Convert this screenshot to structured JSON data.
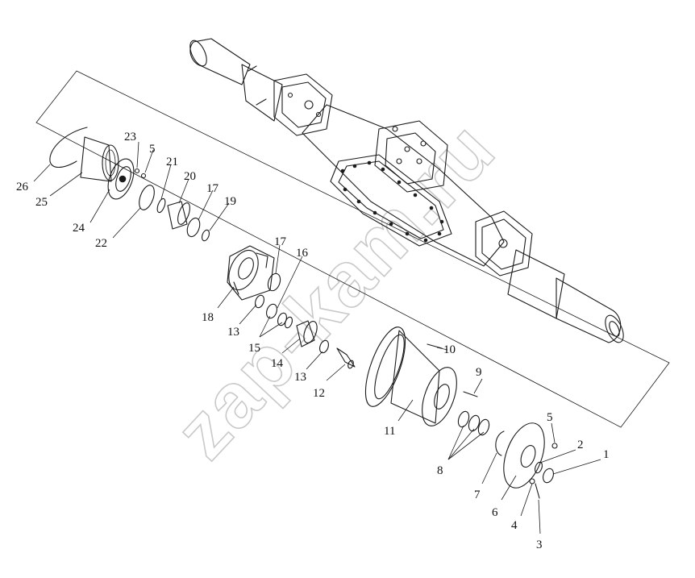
{
  "watermark": "zap-kam.ru",
  "callouts": [
    "1",
    "2",
    "3",
    "4",
    "5",
    "6",
    "7",
    "8",
    "9",
    "10",
    "11",
    "12",
    "13",
    "14",
    "15",
    "16",
    "17",
    "18",
    "19",
    "20",
    "21",
    "22",
    "23",
    "24",
    "25",
    "26"
  ],
  "callouts_repeated": {
    "5": "5",
    "13": "13",
    "17": "17"
  }
}
